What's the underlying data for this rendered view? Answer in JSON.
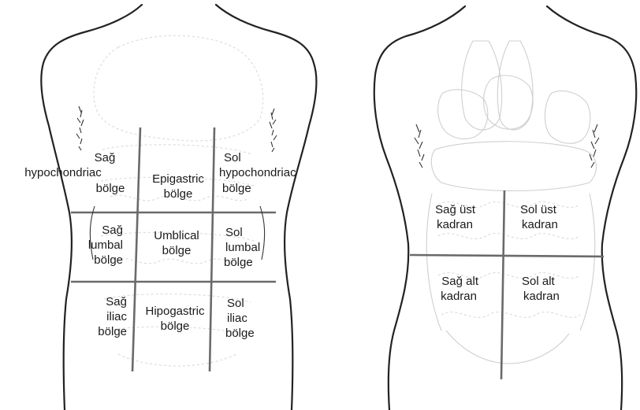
{
  "colors": {
    "background": "#ffffff",
    "outline": "#222222",
    "grid_lines": "#6a6a6a",
    "organ_sketch": "#cfcfcf",
    "text": "#1a1a1a"
  },
  "left_diagram": {
    "regions": [
      {
        "id": "right-hypochondriac",
        "lines": [
          "Sağ",
          "hypochondriac",
          "bölge"
        ]
      },
      {
        "id": "epigastric",
        "lines": [
          "Epigastric",
          "bölge"
        ]
      },
      {
        "id": "left-hypochondriac",
        "lines": [
          "Sol",
          "hypochondriac",
          "bölge"
        ]
      },
      {
        "id": "right-lumbal",
        "lines": [
          "Sağ",
          "lumbal",
          "bölge"
        ]
      },
      {
        "id": "umblical",
        "lines": [
          "Umblical",
          "bölge"
        ]
      },
      {
        "id": "left-lumbal",
        "lines": [
          "Sol",
          "lumbal",
          "bölge"
        ]
      },
      {
        "id": "right-iliac",
        "lines": [
          "Sağ",
          "iliac",
          "bölge"
        ]
      },
      {
        "id": "hipogastric",
        "lines": [
          "Hipogastric",
          "bölge"
        ]
      },
      {
        "id": "left-iliac",
        "lines": [
          "Sol",
          "iliac",
          "bölge"
        ]
      }
    ]
  },
  "right_diagram": {
    "quadrants": [
      {
        "id": "right-upper",
        "lines": [
          "Sağ üst",
          "kadran"
        ]
      },
      {
        "id": "left-upper",
        "lines": [
          "Sol üst",
          "kadran"
        ]
      },
      {
        "id": "right-lower",
        "lines": [
          "Sağ alt",
          "kadran"
        ]
      },
      {
        "id": "left-lower",
        "lines": [
          "Sol alt",
          "kadran"
        ]
      }
    ]
  }
}
